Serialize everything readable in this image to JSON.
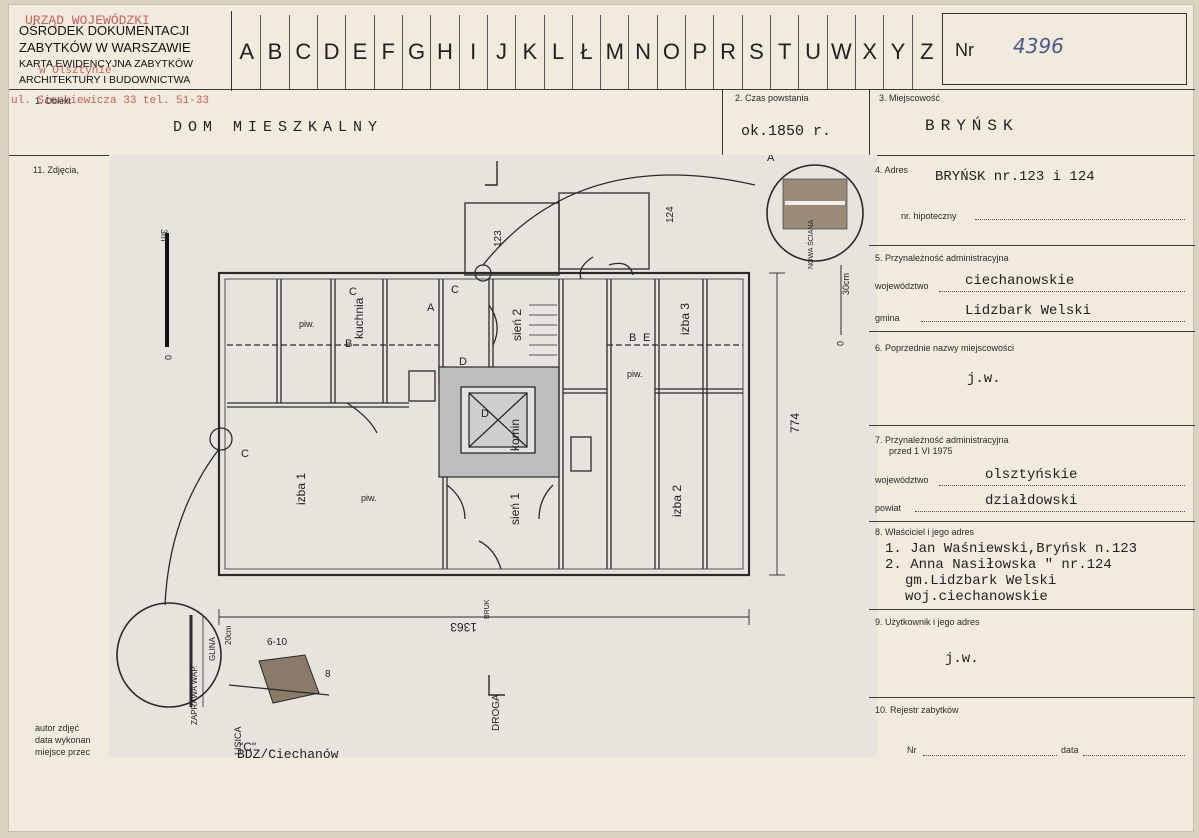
{
  "header": {
    "org_line1": "OŚRODEK DOKUMENTACJI",
    "org_line2": "ZABYTKÓW W WARSZAWIE",
    "org_line3": "KARTA EWIDENCYJNA ZABYTKÓW",
    "org_line4": "ARCHITEKTURY I BUDOWNICTWA",
    "stamp_line1": "URZĄD WOJEWÓDZKI",
    "stamp_line2": "w Olsztynie",
    "stamp_line3": "ul. Sienkiewicza 33 tel. 51-33",
    "letters": [
      "A",
      "B",
      "C",
      "D",
      "E",
      "F",
      "G",
      "H",
      "I",
      "J",
      "K",
      "L",
      "Ł",
      "M",
      "N",
      "O",
      "P",
      "R",
      "S",
      "T",
      "U",
      "W",
      "X",
      "Y",
      "Z"
    ],
    "nr_label": "Nr",
    "nr_value": "4396"
  },
  "fields": {
    "obiekt_label": "1. Obiekt",
    "obiekt_value": "DOM MIESZKALNY",
    "czas_label": "2. Czas powstania",
    "czas_value": "ok.1850 r.",
    "miejscowosc_label": "3. Miejscowość",
    "miejscowosc_value": "BRYŃSK",
    "zdjecia_label": "11. Zdjęcia,",
    "adres_label": "4. Adres",
    "adres_value": "BRYŃSK nr.123 i 124",
    "hipoteczny_label": "nr. hipoteczny",
    "przyn_label": "5. Przynależność administracyjna",
    "woj_label": "województwo",
    "woj_value": "ciechanowskie",
    "gmina_label": "gmina",
    "gmina_value": "Lidzbark Welski",
    "poprz_label": "6. Poprzednie nazwy miejscowości",
    "poprz_value": "j.w.",
    "przyn75_label_1": "7. Przynależność administracyjna",
    "przyn75_label_2": "przed 1 VI 1975",
    "woj75_label": "województwo",
    "woj75_value": "olsztyńskie",
    "powiat_label": "powiat",
    "powiat_value": "działdowski",
    "wlasciciel_label": "8. Właściciel i jego adres",
    "wlasciciel_line1": "1. Jan Waśniewski,Bryńsk n.123",
    "wlasciciel_line2": "2. Anna Nasiłowska \"    nr.124",
    "wlasciciel_line3": "gm.Lidzbark Welski",
    "wlasciciel_line4": "woj.ciechanowskie",
    "uzytkownik_label": "9. Użytkownik i jego adres",
    "uzytkownik_value": "j.w.",
    "rejestr_label": "10. Rejestr zabytków",
    "rejestr_nr": "Nr",
    "rejestr_data": "data",
    "autor_label": "autor zdjęć",
    "data_label": "data wykonan",
    "miejsce_label": "miejsce przec",
    "miejsce_value": "BDZ/Ciechanów"
  },
  "plan": {
    "room_izba1": "izba 1",
    "room_izba2": "izba 2",
    "room_izba3": "izba 3",
    "room_kuchnia": "kuchnia",
    "room_sien1": "sień 1",
    "room_sien2": "sień 2",
    "room_komin": "komin",
    "piw": "piw.",
    "dim_width": "1363",
    "dim_depth": "774",
    "label_123": "123",
    "label_124": "124",
    "label_droga": "DROGA",
    "label_lisica": "LISICA",
    "label_c": "\"C\"",
    "label_glina": "GLINA",
    "label_20cm": "20cm",
    "label_zaprawa": "ZAPRAWA WAP.",
    "label_6_10": "6-10",
    "label_8": "8",
    "label_nowa_sciana": "NOWA ŚCIANA",
    "label_30cm": "30cm",
    "label_3m": "3m",
    "label_0": "0",
    "label_bruk": "BRUK",
    "axis_A": "A",
    "axis_B": "B",
    "axis_C": "C",
    "axis_D": "D",
    "axis_E": "E"
  }
}
